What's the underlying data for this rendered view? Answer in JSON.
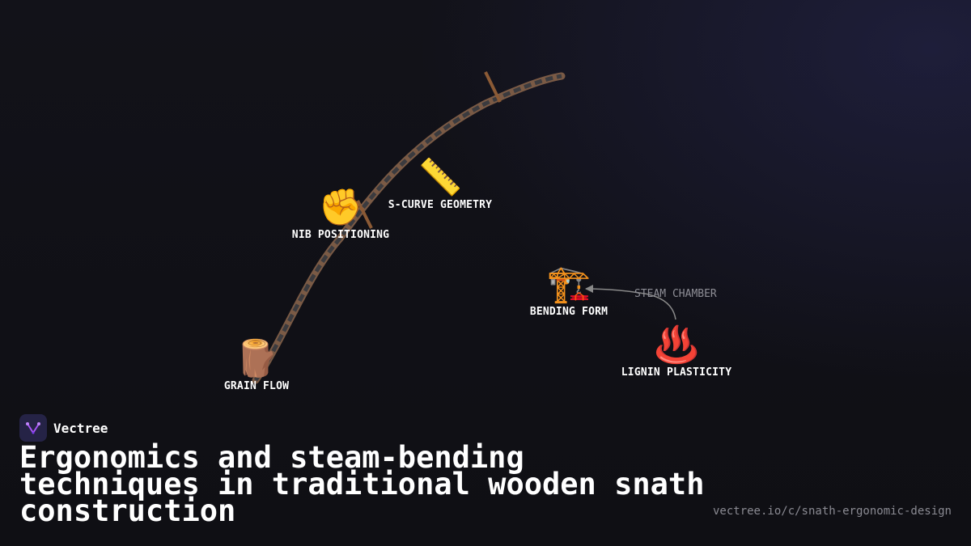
{
  "diagram": {
    "nodes": [
      {
        "id": "grain",
        "icon": "wood-log-icon",
        "glyph": "🪵",
        "label": "GRAIN FLOW"
      },
      {
        "id": "nib",
        "icon": "raised-fist-icon",
        "glyph": "✊",
        "label": "NIB POSITIONING"
      },
      {
        "id": "scurve",
        "icon": "ruler-icon",
        "glyph": "📏",
        "label": "S-CURVE GEOMETRY"
      },
      {
        "id": "bending",
        "icon": "construction-crane-icon",
        "glyph": "🏗️",
        "label": "BENDING FORM"
      },
      {
        "id": "lignin",
        "icon": "hot-springs-icon",
        "glyph": "♨️",
        "label": "LIGNIN PLASTICITY"
      }
    ],
    "edges": [
      {
        "from": "lignin",
        "to": "bending",
        "label": "STEAM CHAMBER"
      }
    ],
    "colors": {
      "snath_wood": "#7a5a45",
      "snath_grip": "#8b5a35",
      "arrow": "#8a8a8a"
    }
  },
  "brand": {
    "name": "Vectree",
    "logo": "vectree-logo-icon",
    "logo_color": "#252346",
    "accent": "#a855f7"
  },
  "title": "Ergonomics and steam-bending techniques in traditional wooden snath construction",
  "url": "vectree.io/c/snath-ergonomic-design"
}
